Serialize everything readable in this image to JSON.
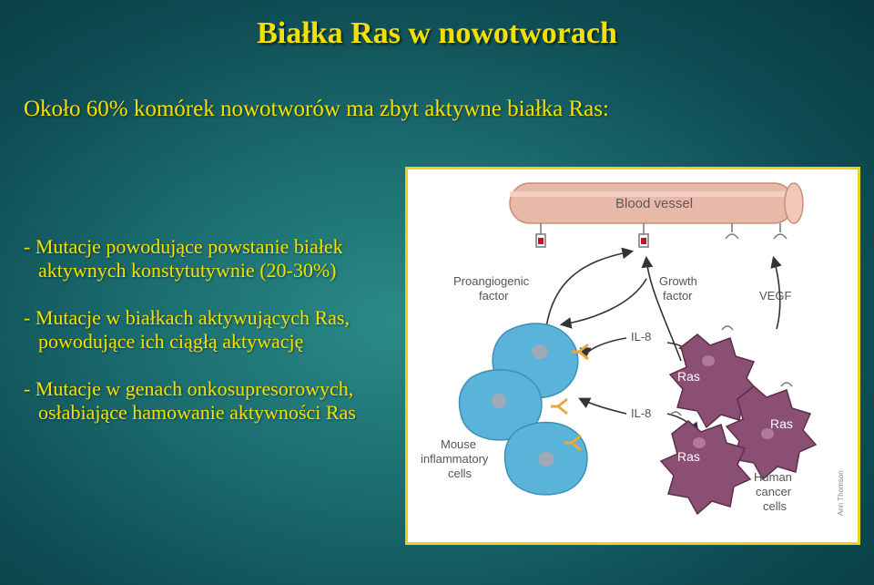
{
  "title": "Białka Ras w nowotworach",
  "subtitle": "Około 60% komórek nowotworów ma zbyt aktywne białka Ras:",
  "bullets": [
    {
      "line1": "- Mutacje powodujące powstanie białek",
      "line2": "aktywnych konstytutywnie (20-30%)"
    },
    {
      "line1": "- Mutacje w białkach aktywujących Ras,",
      "line2": "powodujące ich ciągłą aktywację"
    },
    {
      "line1": "- Mutacje w genach onkosupresorowych,",
      "line2": "osłabiające hamowanie aktywności Ras"
    }
  ],
  "figure": {
    "blood_vessel": "Blood vessel",
    "proangiogenic_1": "Proangiogenic",
    "proangiogenic_2": "factor",
    "growth_1": "Growth",
    "growth_2": "factor",
    "vegf": "VEGF",
    "il8_top": "IL-8",
    "il8_bottom": "IL-8",
    "ras_1": "Ras",
    "ras_2": "Ras",
    "ras_3": "Ras",
    "mouse_1": "Mouse",
    "mouse_2": "inflammatory",
    "mouse_3": "cells",
    "human_1": "Human",
    "human_2": "cancer",
    "human_3": "cells",
    "credit": "Ann Thomson",
    "colors": {
      "vessel": "#e8b9a8",
      "mouse_cell": "#5ab3d8",
      "cancer_cell": "#8a4f72",
      "receptor": "#e8a840",
      "text": "#5a5a5a"
    }
  }
}
